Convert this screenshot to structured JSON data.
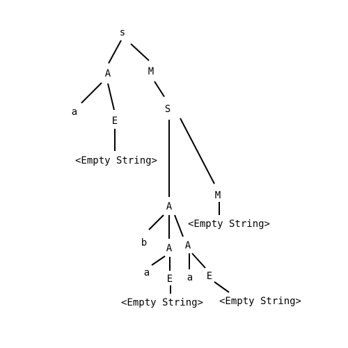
{
  "tree": {
    "nodes": {
      "n_root": "s",
      "n_A1": "A",
      "n_M1": "M",
      "n_a1": "a",
      "n_E1": "E",
      "n_empty1": "<Empty String>",
      "n_S2": "S",
      "n_A2": "A",
      "n_M2": "M",
      "n_empty2": "<Empty String>",
      "n_b": "b",
      "n_A3": "A",
      "n_A4": "A",
      "n_a2": "a",
      "n_E2": "E",
      "n_a3": "a",
      "n_E3": "E",
      "n_empty3": "<Empty String>",
      "n_empty4": "<Empty String>"
    },
    "edges": [
      [
        "n_root",
        "n_A1"
      ],
      [
        "n_root",
        "n_M1"
      ],
      [
        "n_A1",
        "n_a1"
      ],
      [
        "n_A1",
        "n_E1"
      ],
      [
        "n_E1",
        "n_empty1"
      ],
      [
        "n_M1",
        "n_S2"
      ],
      [
        "n_S2",
        "n_A2"
      ],
      [
        "n_S2",
        "n_M2"
      ],
      [
        "n_M2",
        "n_empty2"
      ],
      [
        "n_A2",
        "n_b"
      ],
      [
        "n_A2",
        "n_A3"
      ],
      [
        "n_A2",
        "n_A4"
      ],
      [
        "n_A3",
        "n_a2"
      ],
      [
        "n_A3",
        "n_E2"
      ],
      [
        "n_E2",
        "n_empty3"
      ],
      [
        "n_A4",
        "n_a3"
      ],
      [
        "n_A4",
        "n_E3"
      ],
      [
        "n_E3",
        "n_empty4"
      ]
    ]
  }
}
